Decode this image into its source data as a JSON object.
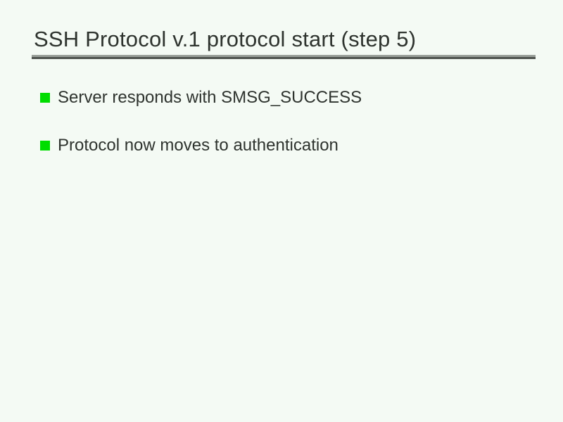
{
  "slide": {
    "title": "SSH Protocol v.1 protocol start (step 5)",
    "bullets": [
      {
        "label": "Server responds with SMSG_SUCCESS"
      },
      {
        "label": "Protocol now moves to authentication"
      }
    ],
    "colors": {
      "background": "#f4faf4",
      "text": "#2e332e",
      "bullet": "#00dd00",
      "rule_top": "#9aa09a",
      "rule_bottom": "#4f544f"
    }
  }
}
